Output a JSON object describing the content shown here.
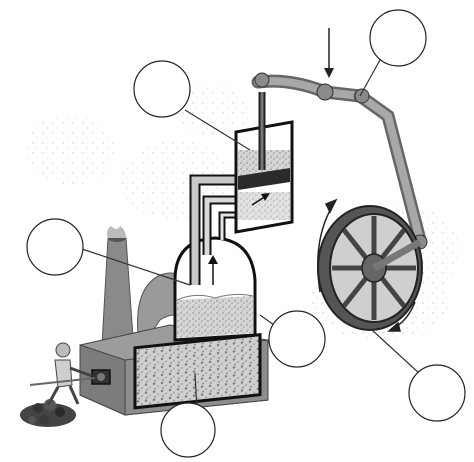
{
  "diagram": {
    "subject": "steam engine",
    "labels": [
      {
        "id": "label-1",
        "text": ""
      },
      {
        "id": "label-2",
        "text": ""
      },
      {
        "id": "label-3",
        "text": ""
      },
      {
        "id": "label-4",
        "text": ""
      },
      {
        "id": "label-5",
        "text": ""
      },
      {
        "id": "label-6",
        "text": ""
      },
      {
        "id": "label-7",
        "text": ""
      }
    ],
    "colors": {
      "wall": "#8e8e8e",
      "wall_dark": "#5f5f5f",
      "pipe": "#bdbdbd",
      "line": "#1a1a1a",
      "water": "#b9b9b9",
      "smoke": "#c9c9c9"
    }
  }
}
